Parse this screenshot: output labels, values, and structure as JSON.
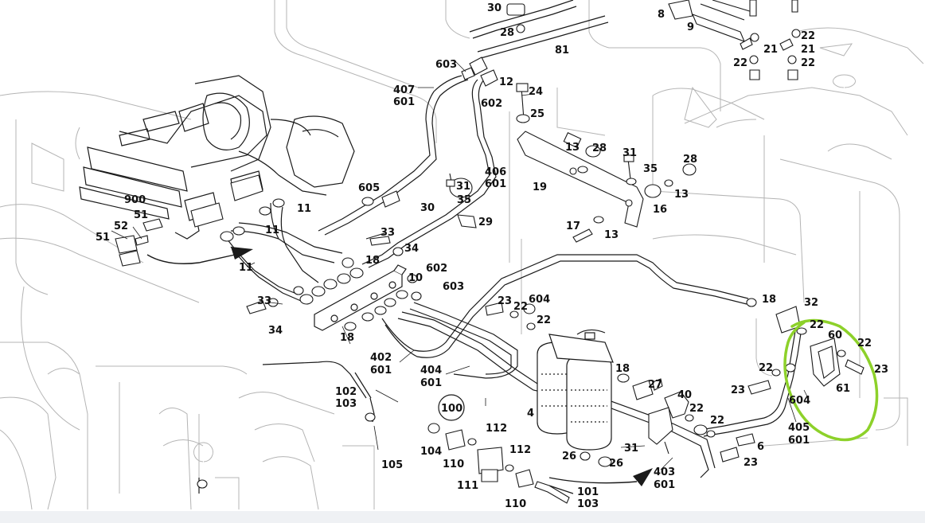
{
  "diagram": {
    "colors": {
      "line": "#1a1a1a",
      "ghost": "#b4b4b4",
      "highlight": "#8dd12a",
      "background": "#ffffff",
      "strip": "#eff1f4"
    },
    "labels": {
      "p30": "30",
      "p28_top": "28",
      "p8": "8",
      "p9": "9",
      "p81": "81",
      "p22_tr1": "22",
      "p21_a": "21",
      "p22_tr2": "22",
      "p21_b": "21",
      "p22_tr3": "22",
      "p603_top": "603",
      "p12": "12",
      "p407": "407",
      "p601_a": "601",
      "p602_top": "602",
      "p24": "24",
      "p25": "25",
      "p13_a": "13",
      "p28_mid": "28",
      "p31_mid": "31",
      "p28_r": "28",
      "p35_r": "35",
      "p13_b": "13",
      "p16": "16",
      "p19": "19",
      "p406": "406",
      "p601_b": "601",
      "p605": "605",
      "p31_left": "31",
      "p35_left": "35",
      "p30_left": "30",
      "p29": "29",
      "p17": "17",
      "p13_c": "13",
      "p900": "900",
      "p51_a": "51",
      "p52": "52",
      "p51_b": "51",
      "p11_a": "11",
      "p11_b": "11",
      "p11_c": "11",
      "p33_a": "33",
      "p34_a": "34",
      "p18_a": "18",
      "p602_mid": "602",
      "p10": "10",
      "p603_mid": "603",
      "p33_b": "33",
      "p34_b": "34",
      "p18_b": "18",
      "p23_a": "23",
      "p22_a": "22",
      "p604_a": "604",
      "p22_b": "22",
      "p18_right": "18",
      "p32": "32",
      "p22_c": "22",
      "p60": "60",
      "p22_d": "22",
      "p23_b": "23",
      "p22_e": "22",
      "p23_c": "23",
      "p61": "61",
      "p604_b": "604",
      "p405": "405",
      "p601_c": "601",
      "p402": "402",
      "p601_d": "601",
      "p404": "404",
      "p601_e": "601",
      "p102": "102",
      "p103_a": "103",
      "p100": "100",
      "p4": "4",
      "p18_c": "18",
      "p27": "27",
      "p40": "40",
      "p22_f": "22",
      "p22_g": "22",
      "p6": "6",
      "p23_d": "23",
      "p112_a": "112",
      "p112_b": "112",
      "p105": "105",
      "p104": "104",
      "p110_a": "110",
      "p111": "111",
      "p110_b": "110",
      "p26_a": "26",
      "p26_b": "26",
      "p31_low": "31",
      "p403": "403",
      "p601_f": "601",
      "p101": "101",
      "p103_b": "103"
    }
  }
}
